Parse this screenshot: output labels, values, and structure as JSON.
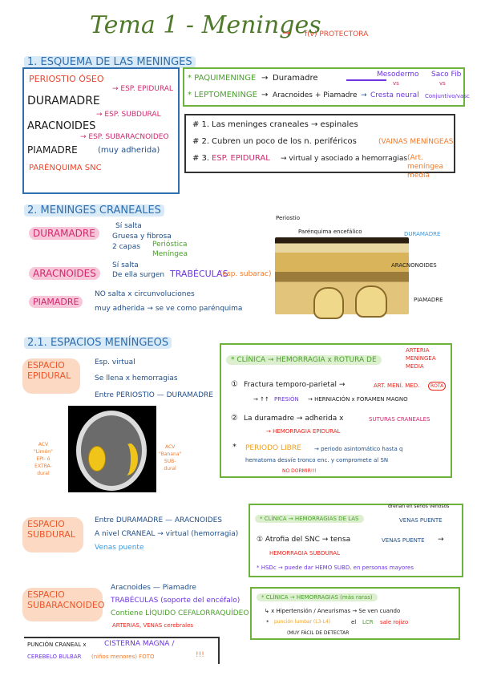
{
  "header": {
    "title": "Tema 1 - Meninges",
    "subtitle_arrow": "→",
    "subtitle": "f(v) PROTECTORA"
  },
  "section1": {
    "heading": "1. ESQUEMA DE LAS MENINGES",
    "layers": [
      {
        "label": "PERIOSTIO ÓSEO",
        "color": "#e8452c"
      },
      {
        "label": "→ ESP. EPIDURAL",
        "color": "#d1286e"
      },
      {
        "label": "DURAMADRE",
        "color": "#1b1b1b"
      },
      {
        "label": "→ ESP. SUBDURAL",
        "color": "#d1286e"
      },
      {
        "label": "ARACNOIDES",
        "color": "#1b1b1b"
      },
      {
        "label": "→ ESP. SUBARACNOIDEO",
        "color": "#d1286e"
      },
      {
        "label": "PIAMADRE",
        "color": "#1b1b1b"
      },
      {
        "label": "(muy adherida)",
        "color": "#1f4e8a"
      },
      {
        "label": "PARÉNQUIMA SNC",
        "color": "#e8452c"
      }
    ],
    "green_box": {
      "row1": {
        "term": "* PAQUIMENINGE",
        "arrow": "→",
        "def": "Duramadre",
        "origin": "Mesodermo",
        "vs": "vs",
        "fold": "Saco Fib"
      },
      "row2": {
        "term": "* LEPTOMENINGE",
        "arrow": "→",
        "def": "Aracnoides + Piamadre",
        "arrow2": "→",
        "origin": "Cresta neural",
        "fold": "Conjuntivo/vasc"
      }
    },
    "notes_box": {
      "items": [
        {
          "num": "# 1.",
          "text": "Las meninges craneales → espinales"
        },
        {
          "num": "# 2.",
          "text": "Cubren un poco de los n. periféricos",
          "extra": "(VAINAS MENÍNGEAS"
        },
        {
          "num": "# 3.",
          "key": "ESP. EPIDURAL",
          "text": "→ virtual y asociado a hemorragias",
          "extra": "(Art. meníngea media"
        }
      ]
    }
  },
  "section2": {
    "heading": "2. MENINGES CRANEALES",
    "duramadre": {
      "label": "DURAMADRE",
      "items": [
        "Sí salta",
        "Gruesa y fibrosa",
        "2 capas"
      ],
      "capas": [
        "Perióstica",
        "Meníngea"
      ]
    },
    "aracnoides": {
      "label": "ARACNOIDES",
      "items": [
        "Sí salta",
        "De ella surgen"
      ],
      "trabeculas": "TRABÉCULAS",
      "trabeculas_note": "(esp. subarac)"
    },
    "piamadre": {
      "label": "PIAMADRE",
      "items": [
        "NO salta x circunvoluciones",
        "muy adherida → se ve como parénquima"
      ]
    },
    "figure": {
      "labels": {
        "periostio": "Periostio",
        "parenquima": "Parénquima encefálico",
        "duramadre": "DURAMADRE",
        "aracnoides": "ARACNONOIDES",
        "piamadre": "PIAMADRE"
      }
    }
  },
  "section21": {
    "heading": "2.1. ESPACIOS MENÍNGEOS",
    "epidural": {
      "label_line1": "ESPACIO",
      "label_line2": "EPIDURAL",
      "items": [
        "Esp. virtual",
        "Se llena x hemorragias",
        "Entre PERIOSTIO — DURAMADRE"
      ]
    },
    "ct_image": {
      "left_caption": [
        "ACV",
        "\"Limón\"",
        "EPI- ó",
        "EXTRA-",
        "dural"
      ],
      "right_caption": [
        "ACV",
        "\"Banana\"",
        "SUB-",
        "dural"
      ]
    },
    "epidural_clinic": {
      "header": "* CLÍNICA → HEMORRAGIA x ROTURA DE",
      "header_red": [
        "ARTERIA",
        "MENÍNGEA",
        "MEDIA"
      ],
      "point1_num": "①",
      "point1": "Fractura temporo-parietal →",
      "point1_red": "ART. MENÍ. MED.",
      "point1_circle": "ROTA",
      "point1b_arrow": "→ ↑↑",
      "point1b_blue": "PRESIÓN",
      "point1b": "→ HERNIACIÓN x FORAMEN MAGNO",
      "point2_num": "②",
      "point2": "La duramadre → adherida x",
      "point2_pink": "SUTURAS CRANEALES",
      "point2b": "→ HEMORRAGIA EPIDURAL",
      "point3_star": "*",
      "point3_yellow": "PERIODO LIBRE",
      "point3": "→ periodo asintomático hasta q",
      "point3b": "hematoma desvíe tronco enc. y compromete al SN",
      "warning": "NO DORMIR!!!"
    },
    "subdural": {
      "label_line1": "ESPACIO",
      "label_line2": "SUBDURAL",
      "items": [
        "Entre DURAMADRE — ARACNOIDES",
        "A nivel CRANEAL → virtual (hemorragia)",
        "Venas puente"
      ]
    },
    "subdural_clinic": {
      "note_small": "drenan en senos venosos",
      "header": "* CLÍNICA → HEMORRAGIAS DE LAS",
      "header_blue": "VENAS PUENTE",
      "point1": "① Atrofia del SNC → tensa",
      "point1_blue": "VENAS PUENTE",
      "point1_arrow": "→",
      "point1b": "HEMORRAGIA SUBDURAL",
      "point2": "* HSDc → puede dar HEMO SUBD. en personas mayores"
    },
    "subaracnoideo": {
      "label_line1": "ESPACIO",
      "label_line2": "SUBARACNOIDEO",
      "items": [
        "Aracnoides — Piamadre",
        "TRABÉCULAS (soporte del encéfalo)",
        "Contiene LÍQUIDO CEFALORRAQUÍDEO",
        "ARTERIAS, VENAS cerebrales"
      ]
    },
    "subarac_clinic": {
      "header": "* CLÍNICA → HEMORRAGIAS (más raras)",
      "point1": "↳ x Hipertensión / Aneurismas → Se ven cuando",
      "point2_star": "*",
      "point2_yellow": "punción lumbar (L3-L4)",
      "point2": "el",
      "point2_green": "LCR",
      "point2_red": "sale rojizo",
      "point3": "(MUY FÁCIL DE DETECTAR"
    },
    "footer_note": {
      "line1": "PUNCIÓN CRANEAL x",
      "line1_purple": "CISTERNA MAGNA /",
      "line2_purple": "CEREBELO BULBAR",
      "line2_orange": "(niños menores) FOTO",
      "line2_end": "!!!"
    }
  }
}
